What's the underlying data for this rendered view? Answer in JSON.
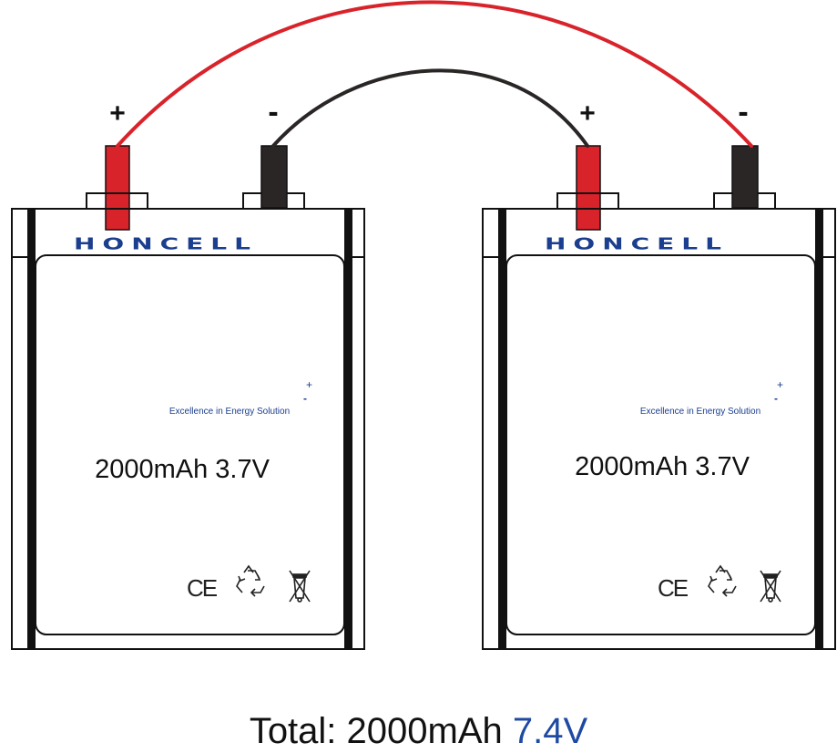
{
  "colors": {
    "positive": "#d9232a",
    "negative": "#2a2626",
    "brand": "#1b3e8f",
    "highlight": "#1f4aa3",
    "outline": "#111111"
  },
  "cells": [
    {
      "positive_mark": "+",
      "negative_mark": "-",
      "brand": "HONCELL",
      "brand_superscript": "+",
      "brand_subscript": "-",
      "tagline": "Excellence in Energy Solution",
      "rating": "2000mAh 3.7V",
      "cert_marks": [
        "CE",
        "recycle-icon",
        "weee-bin-icon"
      ]
    },
    {
      "positive_mark": "+",
      "negative_mark": "-",
      "brand": "HONCELL",
      "brand_superscript": "+",
      "brand_subscript": "-",
      "tagline": "Excellence in Energy Solution",
      "rating": "2000mAh 3.7V",
      "cert_marks": [
        "CE",
        "recycle-icon",
        "weee-bin-icon"
      ]
    }
  ],
  "total": {
    "prefix": "Total: 2000mAh ",
    "voltage": "7.4V"
  }
}
